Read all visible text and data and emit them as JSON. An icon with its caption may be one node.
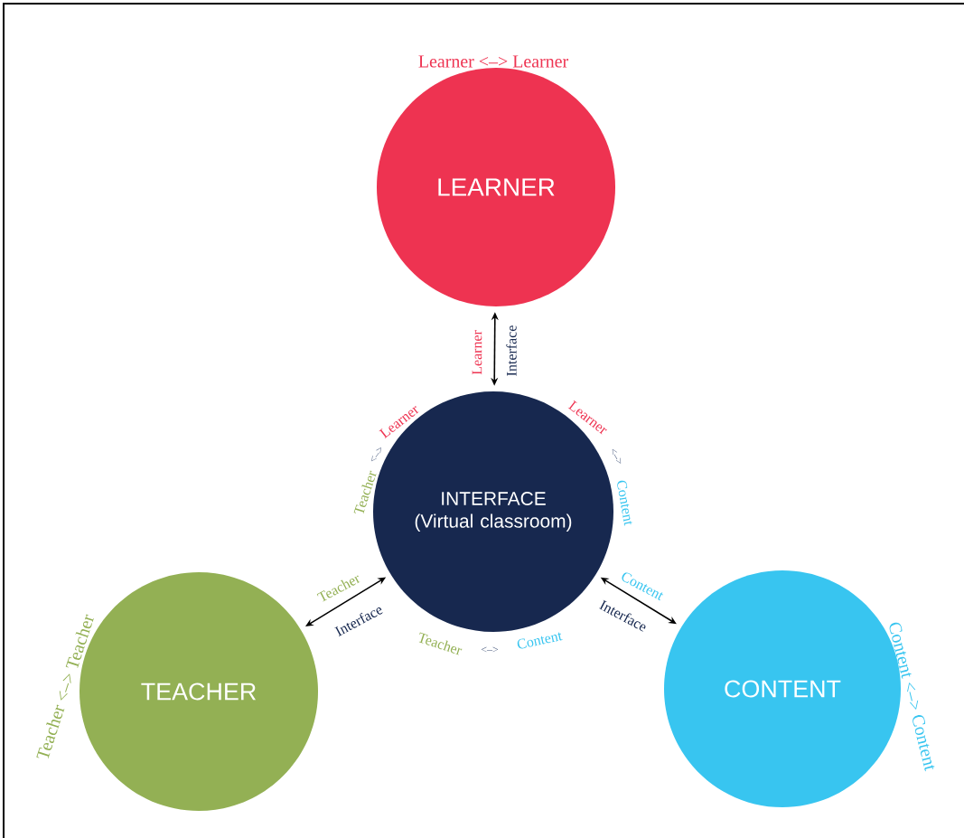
{
  "diagram": {
    "nodes": [
      {
        "text": [
          "LEARNER"
        ],
        "beside": [
          "Learner <–> Learner"
        ]
      },
      {
        "text": [
          "INTERFACE (Virtual classroom)"
        ],
        "beside": [
          "Teacher",
          "<–>",
          "Learner",
          "Learner",
          "<–>",
          "Content",
          "Teacher",
          "<–>",
          "Content"
        ]
      },
      {
        "text": [
          "TEACHER"
        ],
        "beside": [
          "Teacher <–> Teacher"
        ]
      },
      {
        "text": [
          "CONTENT"
        ],
        "beside": [
          "Content <–> Content"
        ]
      }
    ],
    "edges": [
      {
        "from": 0,
        "to": 1,
        "arrow": "both"
      },
      {
        "from": 2,
        "to": 1,
        "arrow": "both"
      },
      {
        "from": 3,
        "to": 1,
        "arrow": "both"
      }
    ],
    "labels": [
      "Learner",
      "Interface",
      "Teacher",
      "Interface",
      "Content",
      "Interface"
    ]
  }
}
